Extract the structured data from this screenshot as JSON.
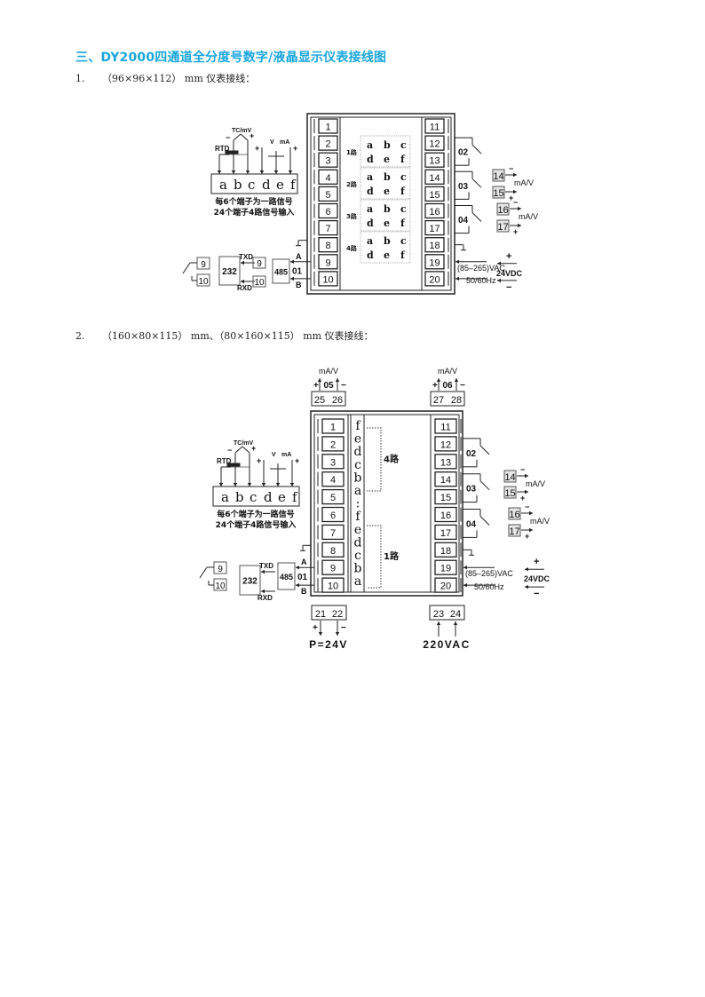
{
  "heading": "三、DY2000四通道全分度号数字/液晶显示仪表接线图",
  "section1": {
    "num": "1.",
    "title": "（96×96×112） mm 仪表接线："
  },
  "section2": {
    "num": "2.",
    "title": "（160×80×115） mm、（80×160×115） mm 仪表接线："
  },
  "signal_input": {
    "letters": [
      "a",
      "b",
      "c",
      "d",
      "e",
      "f"
    ],
    "tc_label": "TC/mV",
    "rtd_label": "RTD",
    "v_label": "V",
    "ma_label": "mA",
    "plus": "+",
    "minus": "−",
    "caption_line1": "每6个端子为一路信号",
    "caption_line2": "24个端子4路信号输入"
  },
  "comm": {
    "relay_terminals": [
      "9",
      "10"
    ],
    "rs232": "232",
    "txd": "TXD",
    "rxd": "RXD",
    "rs485": "485",
    "addr": "01",
    "a": "A",
    "b": "B"
  },
  "outputs": {
    "relays": [
      "02",
      "03",
      "04"
    ],
    "analog_terminals": [
      "14",
      "15",
      "16",
      "17"
    ],
    "analog_unit": "mA/V",
    "power_ac": "(85–265)VAC",
    "power_freq": "50/60Hz",
    "power_dc": "24VDC"
  },
  "diagram1": {
    "left_terminals": [
      "1",
      "2",
      "3",
      "4",
      "5",
      "6",
      "7",
      "8",
      "9",
      "10"
    ],
    "right_terminals": [
      "11",
      "12",
      "13",
      "14",
      "15",
      "16",
      "17",
      "18",
      "19",
      "20"
    ],
    "channels": [
      "1路",
      "2路",
      "3路",
      "4路"
    ],
    "channel_rows": [
      [
        "a",
        "b",
        "c"
      ],
      [
        "d",
        "e",
        "f"
      ]
    ]
  },
  "diagram2": {
    "left_terminals": [
      "1",
      "2",
      "3",
      "4",
      "5",
      "6",
      "7",
      "8",
      "9",
      "10"
    ],
    "right_terminals": [
      "11",
      "12",
      "13",
      "14",
      "15",
      "16",
      "17",
      "18",
      "19",
      "20"
    ],
    "strip_letters": [
      "f",
      "e",
      "d",
      "c",
      "b",
      "a",
      ":",
      "f",
      "e",
      "d",
      "c",
      "b",
      "a"
    ],
    "channel_top": "4路",
    "channel_bottom": "1路",
    "out05": {
      "label": "05",
      "unit": "mA/V",
      "terminals": [
        "25",
        "26"
      ]
    },
    "out06": {
      "label": "06",
      "unit": "mA/V",
      "terminals": [
        "27",
        "28"
      ]
    },
    "aux_power": {
      "terminals": [
        "21",
        "22"
      ],
      "label": "P=24V"
    },
    "main_power": {
      "terminals": [
        "23",
        "24"
      ],
      "label": "220VAC"
    }
  }
}
